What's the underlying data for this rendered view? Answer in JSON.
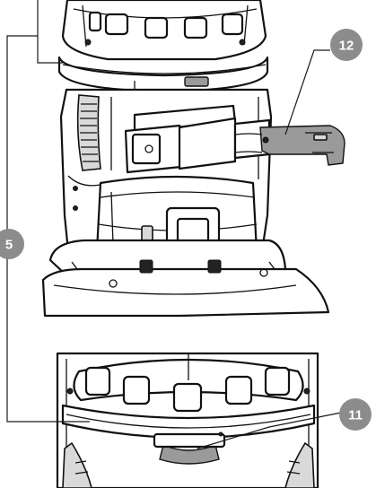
{
  "callouts": {
    "part_5": "5",
    "part_11": "11",
    "part_12": "12"
  },
  "colors": {
    "callout_fill": "#8c8c8c",
    "callout_text": "#ffffff",
    "line_art": "#111111",
    "highlight_grey": "#9a9a9a"
  }
}
